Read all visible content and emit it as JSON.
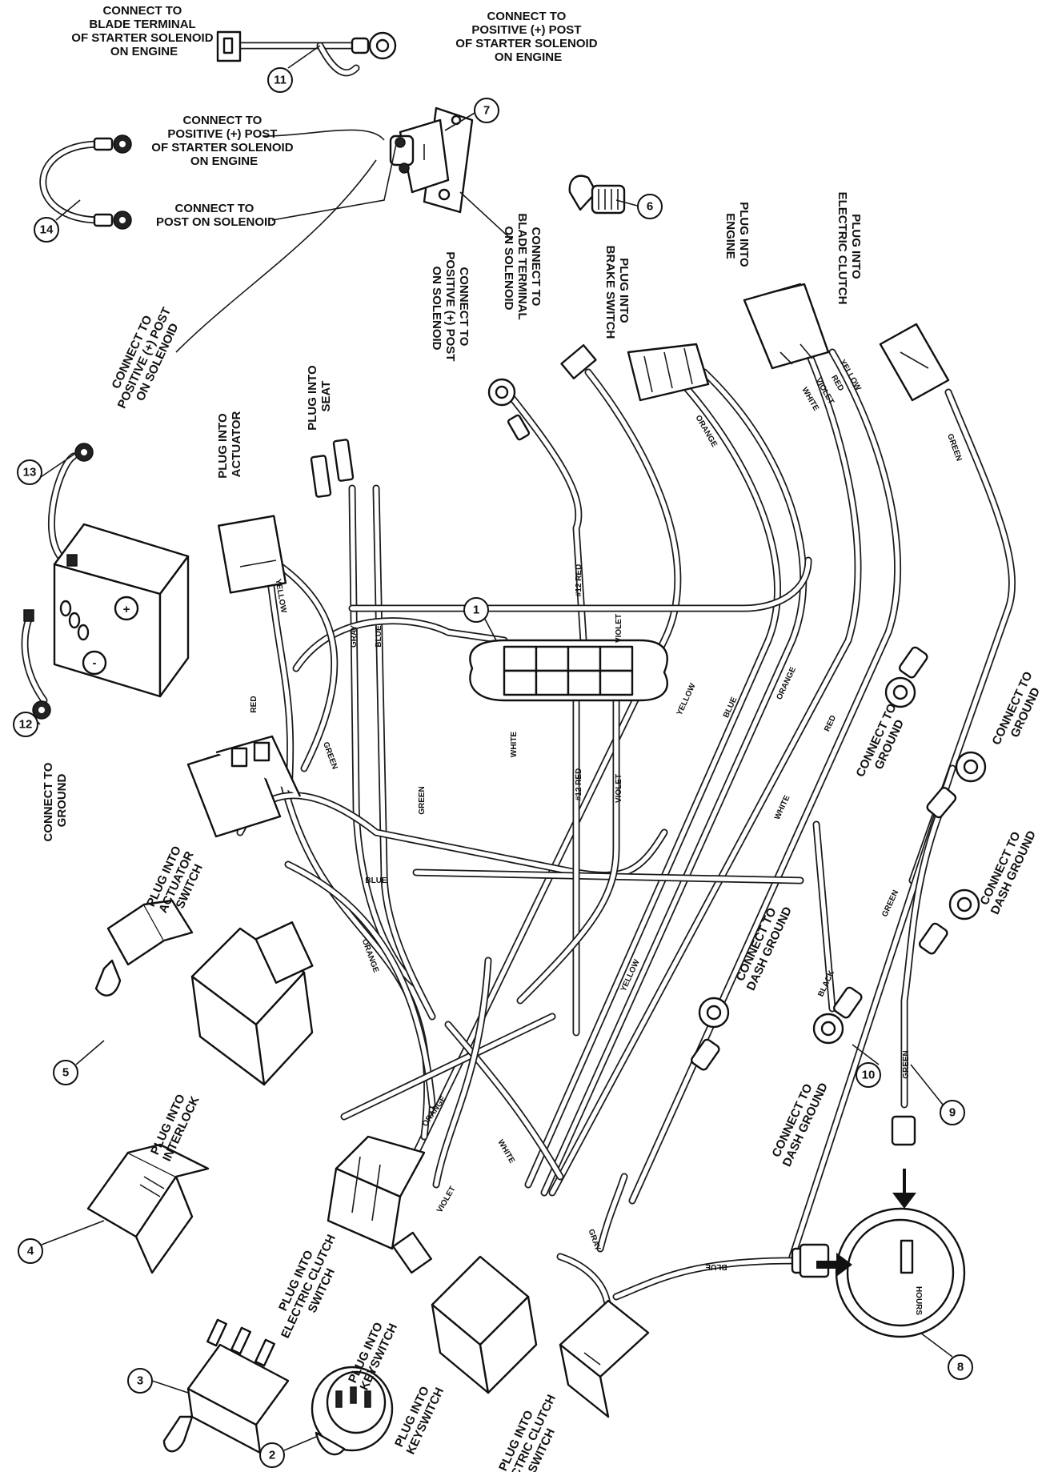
{
  "notes": {
    "blade_terminal": [
      "CONNECT TO",
      "BLADE TERMINAL",
      "OF STARTER SOLENOID",
      "ON ENGINE"
    ],
    "positive_post_top": [
      "CONNECT TO",
      "POSITIVE (+) POST",
      "OF STARTER SOLENOID",
      "ON ENGINE"
    ],
    "positive_post_mid": [
      "CONNECT TO",
      "POSITIVE (+) POST",
      "OF STARTER SOLENOID",
      "ON ENGINE"
    ],
    "post_on_solenoid": [
      "CONNECT TO",
      "POST ON SOLENOID"
    ],
    "positive_post_solenoid": [
      "CONNECT TO",
      "POSITIVE (+) POST",
      "ON SOLENOID"
    ],
    "blade_terminal_solenoid": [
      "CONNECT TO",
      "BLADE TERMINAL",
      "ON SOLENOID"
    ],
    "positive_post_left": [
      "CONNECT TO",
      "POSITIVE (+) POST",
      "ON SOLENOID"
    ],
    "brake_switch": [
      "PLUG INTO",
      "BRAKE SWITCH"
    ],
    "engine": [
      "PLUG INTO",
      "ENGINE"
    ],
    "electric_clutch_top": [
      "PLUG INTO",
      "ELECTRIC CLUTCH"
    ],
    "actuator": [
      "PLUG INTO",
      "ACTUATOR"
    ],
    "seat": [
      "PLUG INTO",
      "SEAT"
    ],
    "ground_battery": [
      "CONNECT TO",
      "GROUND"
    ],
    "actuator_switch": [
      "PLUG INTO",
      "ACTUATOR",
      "SWITCH"
    ],
    "interlock": [
      "PLUG INTO",
      "INTERLOCK"
    ],
    "clutch_switch_left": [
      "PLUG INTO",
      "ELECTRIC CLUTCH",
      "SWITCH"
    ],
    "keyswitch_a": [
      "PLUG INTO",
      "KEYSWITCH"
    ],
    "keyswitch_b": [
      "PLUG INTO",
      "KEYSWITCH"
    ],
    "clutch_switch_bottom": [
      "PLUG INTO",
      "ELECTRIC CLUTCH",
      "SWITCH"
    ],
    "ground_a": [
      "CONNECT TO",
      "GROUND"
    ],
    "ground_b": [
      "CONNECT TO",
      "GROUND"
    ],
    "dash_ground_a": [
      "CONNECT TO",
      "DASH GROUND"
    ],
    "dash_ground_b": [
      "CONNECT TO",
      "DASH GROUND"
    ],
    "dash_ground_c": [
      "CONNECT TO",
      "DASH GROUND"
    ]
  },
  "wire_labels": {
    "yellow_actuator": "YELLOW",
    "gray_seat": "GRAY",
    "blue_seat": "BLUE",
    "red_actuator": "RED",
    "green_actuator": "GREEN",
    "red12_top": "#12 RED",
    "violet_top": "VIOLET",
    "white_block": "WHITE",
    "red12_bottom": "#12 RED",
    "violet_bottom": "VIOLET",
    "green_mid": "GREEN",
    "blue_horizontal": "BLUE",
    "orange_brake": "ORANGE",
    "white_engine": "WHITE",
    "violet_engine": "VIOLET",
    "red_engine": "RED",
    "yellow_engine": "YELLOW",
    "green_clutch": "GREEN",
    "yellow_diag": "YELLOW",
    "blue_diag": "BLUE",
    "orange_diag": "ORANGE",
    "red_diag": "RED",
    "white_diag": "WHITE",
    "yellow_lower": "YELLOW",
    "black_lower": "BLACK",
    "green_lower": "GREEN",
    "orange_interlock": "ORANGE",
    "orange_clutch": "ORANGE",
    "violet_key": "VIOLET",
    "white_key": "WHITE",
    "gray_bottom": "GRAY",
    "blue_meter": "BLUE",
    "green_meter": "GREEN"
  },
  "callouts": [
    "1",
    "2",
    "3",
    "4",
    "5",
    "6",
    "7",
    "8",
    "9",
    "10",
    "11",
    "12",
    "13",
    "14"
  ],
  "battery_marks": {
    "positive": "+",
    "negative": "-"
  },
  "hour_meter": {
    "label": "HOURS"
  }
}
